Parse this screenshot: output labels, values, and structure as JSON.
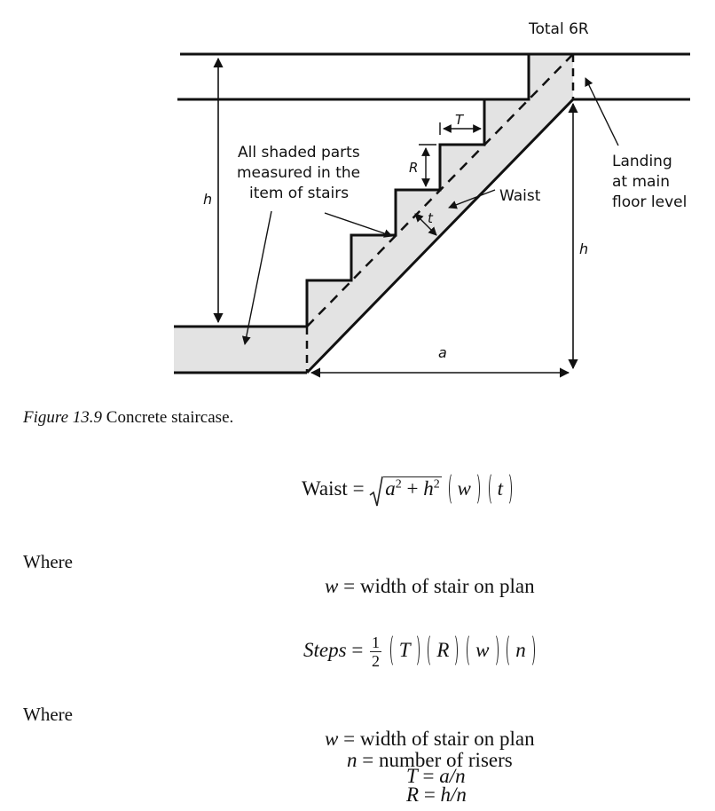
{
  "figure": {
    "labels": {
      "total": "Total 6R",
      "shaded_line1": "All shaded parts",
      "shaded_line2": "measured in the",
      "shaded_line3": "item of stairs",
      "h_left": "h",
      "h_right": "h",
      "tread": "T",
      "riser": "R",
      "thickness": "t",
      "waist": "Waist",
      "landing_line1": "Landing",
      "landing_line2": "at main",
      "landing_line3": "floor level",
      "run": "a"
    },
    "colors": {
      "shade": "#e3e3e3",
      "line": "#111111"
    }
  },
  "caption": {
    "label": "Figure 13.9",
    "text": "Concrete staircase."
  },
  "formula1": {
    "lhs": "Waist",
    "eq": "=",
    "radicand_a": "a",
    "radicand_plus": "+",
    "radicand_h": "h",
    "exp": "2",
    "p1": "w",
    "p2": "t"
  },
  "where1": "Where",
  "def1": {
    "var": "w",
    "eq": "=",
    "text": "width of stair on plan"
  },
  "formula2": {
    "lhs": "Steps",
    "eq": "=",
    "num": "1",
    "den": "2",
    "p1": "T",
    "p2": "R",
    "p3": "w",
    "p4": "n"
  },
  "where2": "Where",
  "defs2": [
    {
      "var": "w",
      "eq": "=",
      "text": "width of stair on plan"
    },
    {
      "var": "n",
      "eq": "=",
      "text": "number of risers"
    },
    {
      "var": "T",
      "eq": "=",
      "text": "a/n"
    },
    {
      "var": "R",
      "eq": "=",
      "text": "h/n"
    }
  ]
}
